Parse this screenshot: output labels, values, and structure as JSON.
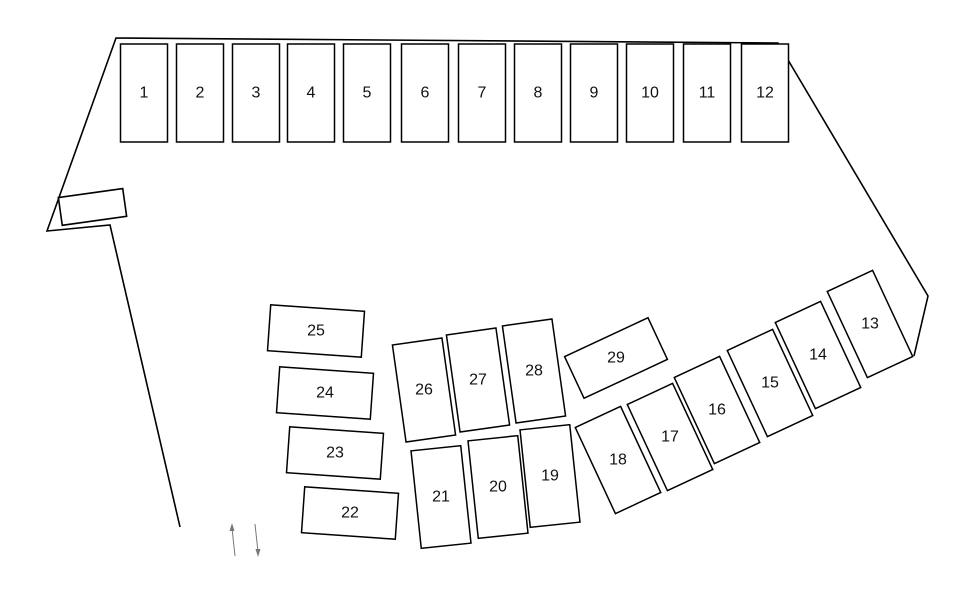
{
  "lot": {
    "spaces": [
      {
        "id": 1,
        "label": "1"
      },
      {
        "id": 2,
        "label": "2"
      },
      {
        "id": 3,
        "label": "3"
      },
      {
        "id": 4,
        "label": "4"
      },
      {
        "id": 5,
        "label": "5"
      },
      {
        "id": 6,
        "label": "6"
      },
      {
        "id": 7,
        "label": "7"
      },
      {
        "id": 8,
        "label": "8"
      },
      {
        "id": 9,
        "label": "9"
      },
      {
        "id": 10,
        "label": "10"
      },
      {
        "id": 11,
        "label": "11"
      },
      {
        "id": 12,
        "label": "12"
      },
      {
        "id": 13,
        "label": "13"
      },
      {
        "id": 14,
        "label": "14"
      },
      {
        "id": 15,
        "label": "15"
      },
      {
        "id": 16,
        "label": "16"
      },
      {
        "id": 17,
        "label": "17"
      },
      {
        "id": 18,
        "label": "18"
      },
      {
        "id": 19,
        "label": "19"
      },
      {
        "id": 20,
        "label": "20"
      },
      {
        "id": 21,
        "label": "21"
      },
      {
        "id": 22,
        "label": "22"
      },
      {
        "id": 23,
        "label": "23"
      },
      {
        "id": 24,
        "label": "24"
      },
      {
        "id": 25,
        "label": "25"
      },
      {
        "id": 26,
        "label": "26"
      },
      {
        "id": 27,
        "label": "27"
      },
      {
        "id": 28,
        "label": "28"
      },
      {
        "id": 29,
        "label": "29"
      }
    ]
  }
}
